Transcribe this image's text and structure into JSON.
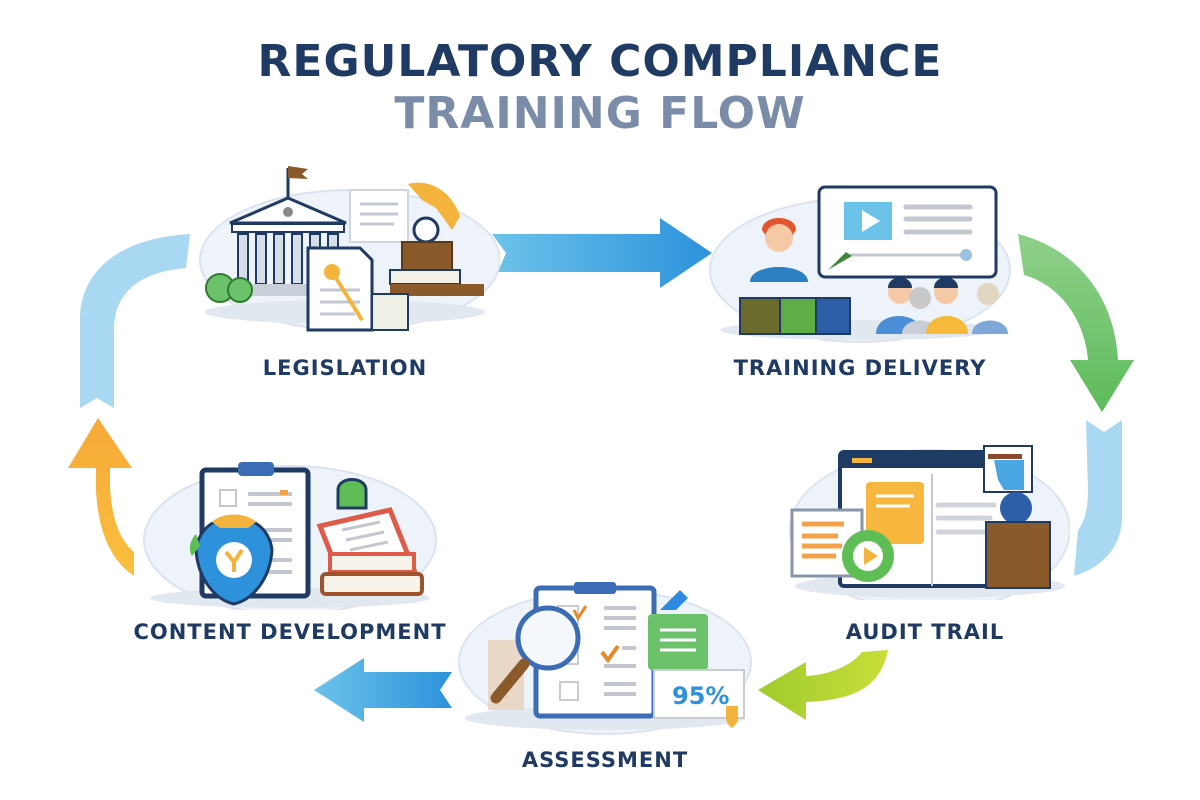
{
  "title": {
    "line1": "REGULATORY COMPLIANCE",
    "line2": "TRAINING FLOW"
  },
  "stages": [
    {
      "id": "legislation",
      "label": "LEGISLATION",
      "icon": "government-building-icon"
    },
    {
      "id": "training-delivery",
      "label": "TRAINING DELIVERY",
      "icon": "video-presentation-icon"
    },
    {
      "id": "audit-trail",
      "label": "AUDIT TRAIL",
      "icon": "audit-documents-icon"
    },
    {
      "id": "assessment",
      "label": "ASSESSMENT",
      "icon": "clipboard-magnifier-icon",
      "score": "95%"
    },
    {
      "id": "content-development",
      "label": "CONTENT DEVELOPMENT",
      "icon": "clipboard-books-shield-icon"
    }
  ],
  "colors": {
    "title_primary": "#1f3a63",
    "title_secondary": "#7b8ca9",
    "arrow_blue": "#3aa3e0",
    "arrow_green": "#6cc26a",
    "arrow_light_blue": "#a9d8f2",
    "arrow_yellow_green": "#b5d433",
    "arrow_orange": "#f6b03a"
  }
}
